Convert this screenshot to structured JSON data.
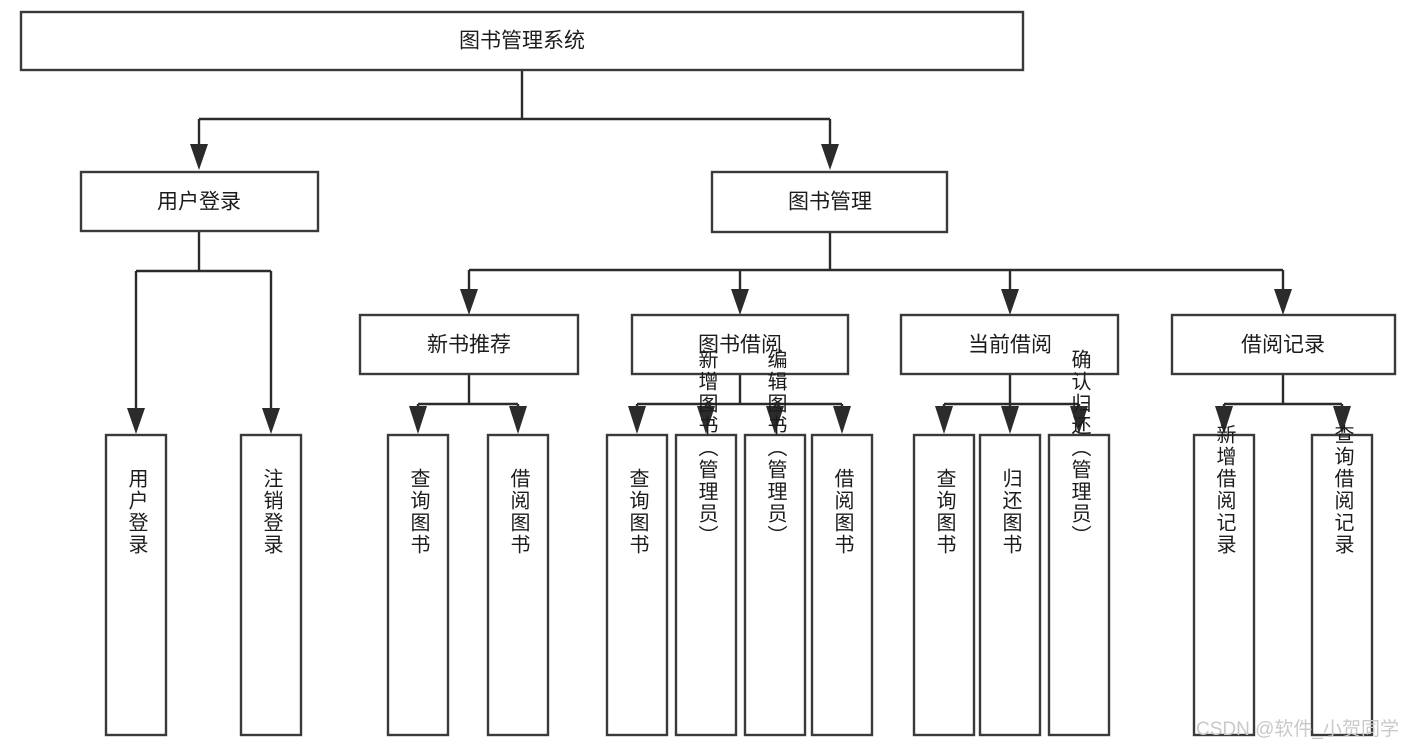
{
  "diagram": {
    "title": "图书管理系统",
    "type": "tree-hierarchy",
    "root": {
      "label": "图书管理系统"
    },
    "level2": [
      {
        "id": "user-login",
        "label": "用户登录"
      },
      {
        "id": "book-manage",
        "label": "图书管理"
      }
    ],
    "level3": [
      {
        "id": "new-book-recommend",
        "label": "新书推荐",
        "parent": "book-manage"
      },
      {
        "id": "book-borrow",
        "label": "图书借阅",
        "parent": "book-manage"
      },
      {
        "id": "current-borrow",
        "label": "当前借阅",
        "parent": "book-manage"
      },
      {
        "id": "borrow-record",
        "label": "借阅记录",
        "parent": "book-manage"
      }
    ],
    "leaves": [
      {
        "id": "leaf-user-login",
        "label": "用户登录",
        "parent": "user-login"
      },
      {
        "id": "leaf-logout-login",
        "label": "注销登录",
        "parent": "user-login"
      },
      {
        "id": "leaf-query-book-1",
        "label": "查询图书",
        "parent": "new-book-recommend"
      },
      {
        "id": "leaf-borrow-book-1",
        "label": "借阅图书",
        "parent": "new-book-recommend"
      },
      {
        "id": "leaf-query-book-2",
        "label": "查询图书",
        "parent": "book-borrow"
      },
      {
        "id": "leaf-add-book",
        "label": "新增图书（管理员）",
        "parent": "book-borrow"
      },
      {
        "id": "leaf-edit-book",
        "label": "编辑图书（管理员）",
        "parent": "book-borrow"
      },
      {
        "id": "leaf-borrow-book-2",
        "label": "借阅图书",
        "parent": "book-borrow"
      },
      {
        "id": "leaf-query-book-3",
        "label": "查询图书",
        "parent": "current-borrow"
      },
      {
        "id": "leaf-return-book",
        "label": "归还图书",
        "parent": "current-borrow"
      },
      {
        "id": "leaf-confirm-return",
        "label": "确认归还（管理员）",
        "parent": "current-borrow"
      },
      {
        "id": "leaf-add-record",
        "label": "新增借阅记录",
        "parent": "borrow-record"
      },
      {
        "id": "leaf-query-record",
        "label": "查询借阅记录",
        "parent": "borrow-record"
      }
    ]
  },
  "watermark": {
    "text": "CSDN @软件_小贺同学"
  },
  "colors": {
    "box_stroke": "#3a3a3a",
    "connector": "#2b2b2b",
    "text": "#1c1c1c",
    "background": "#ffffff",
    "watermark": "#c9c9c9"
  }
}
